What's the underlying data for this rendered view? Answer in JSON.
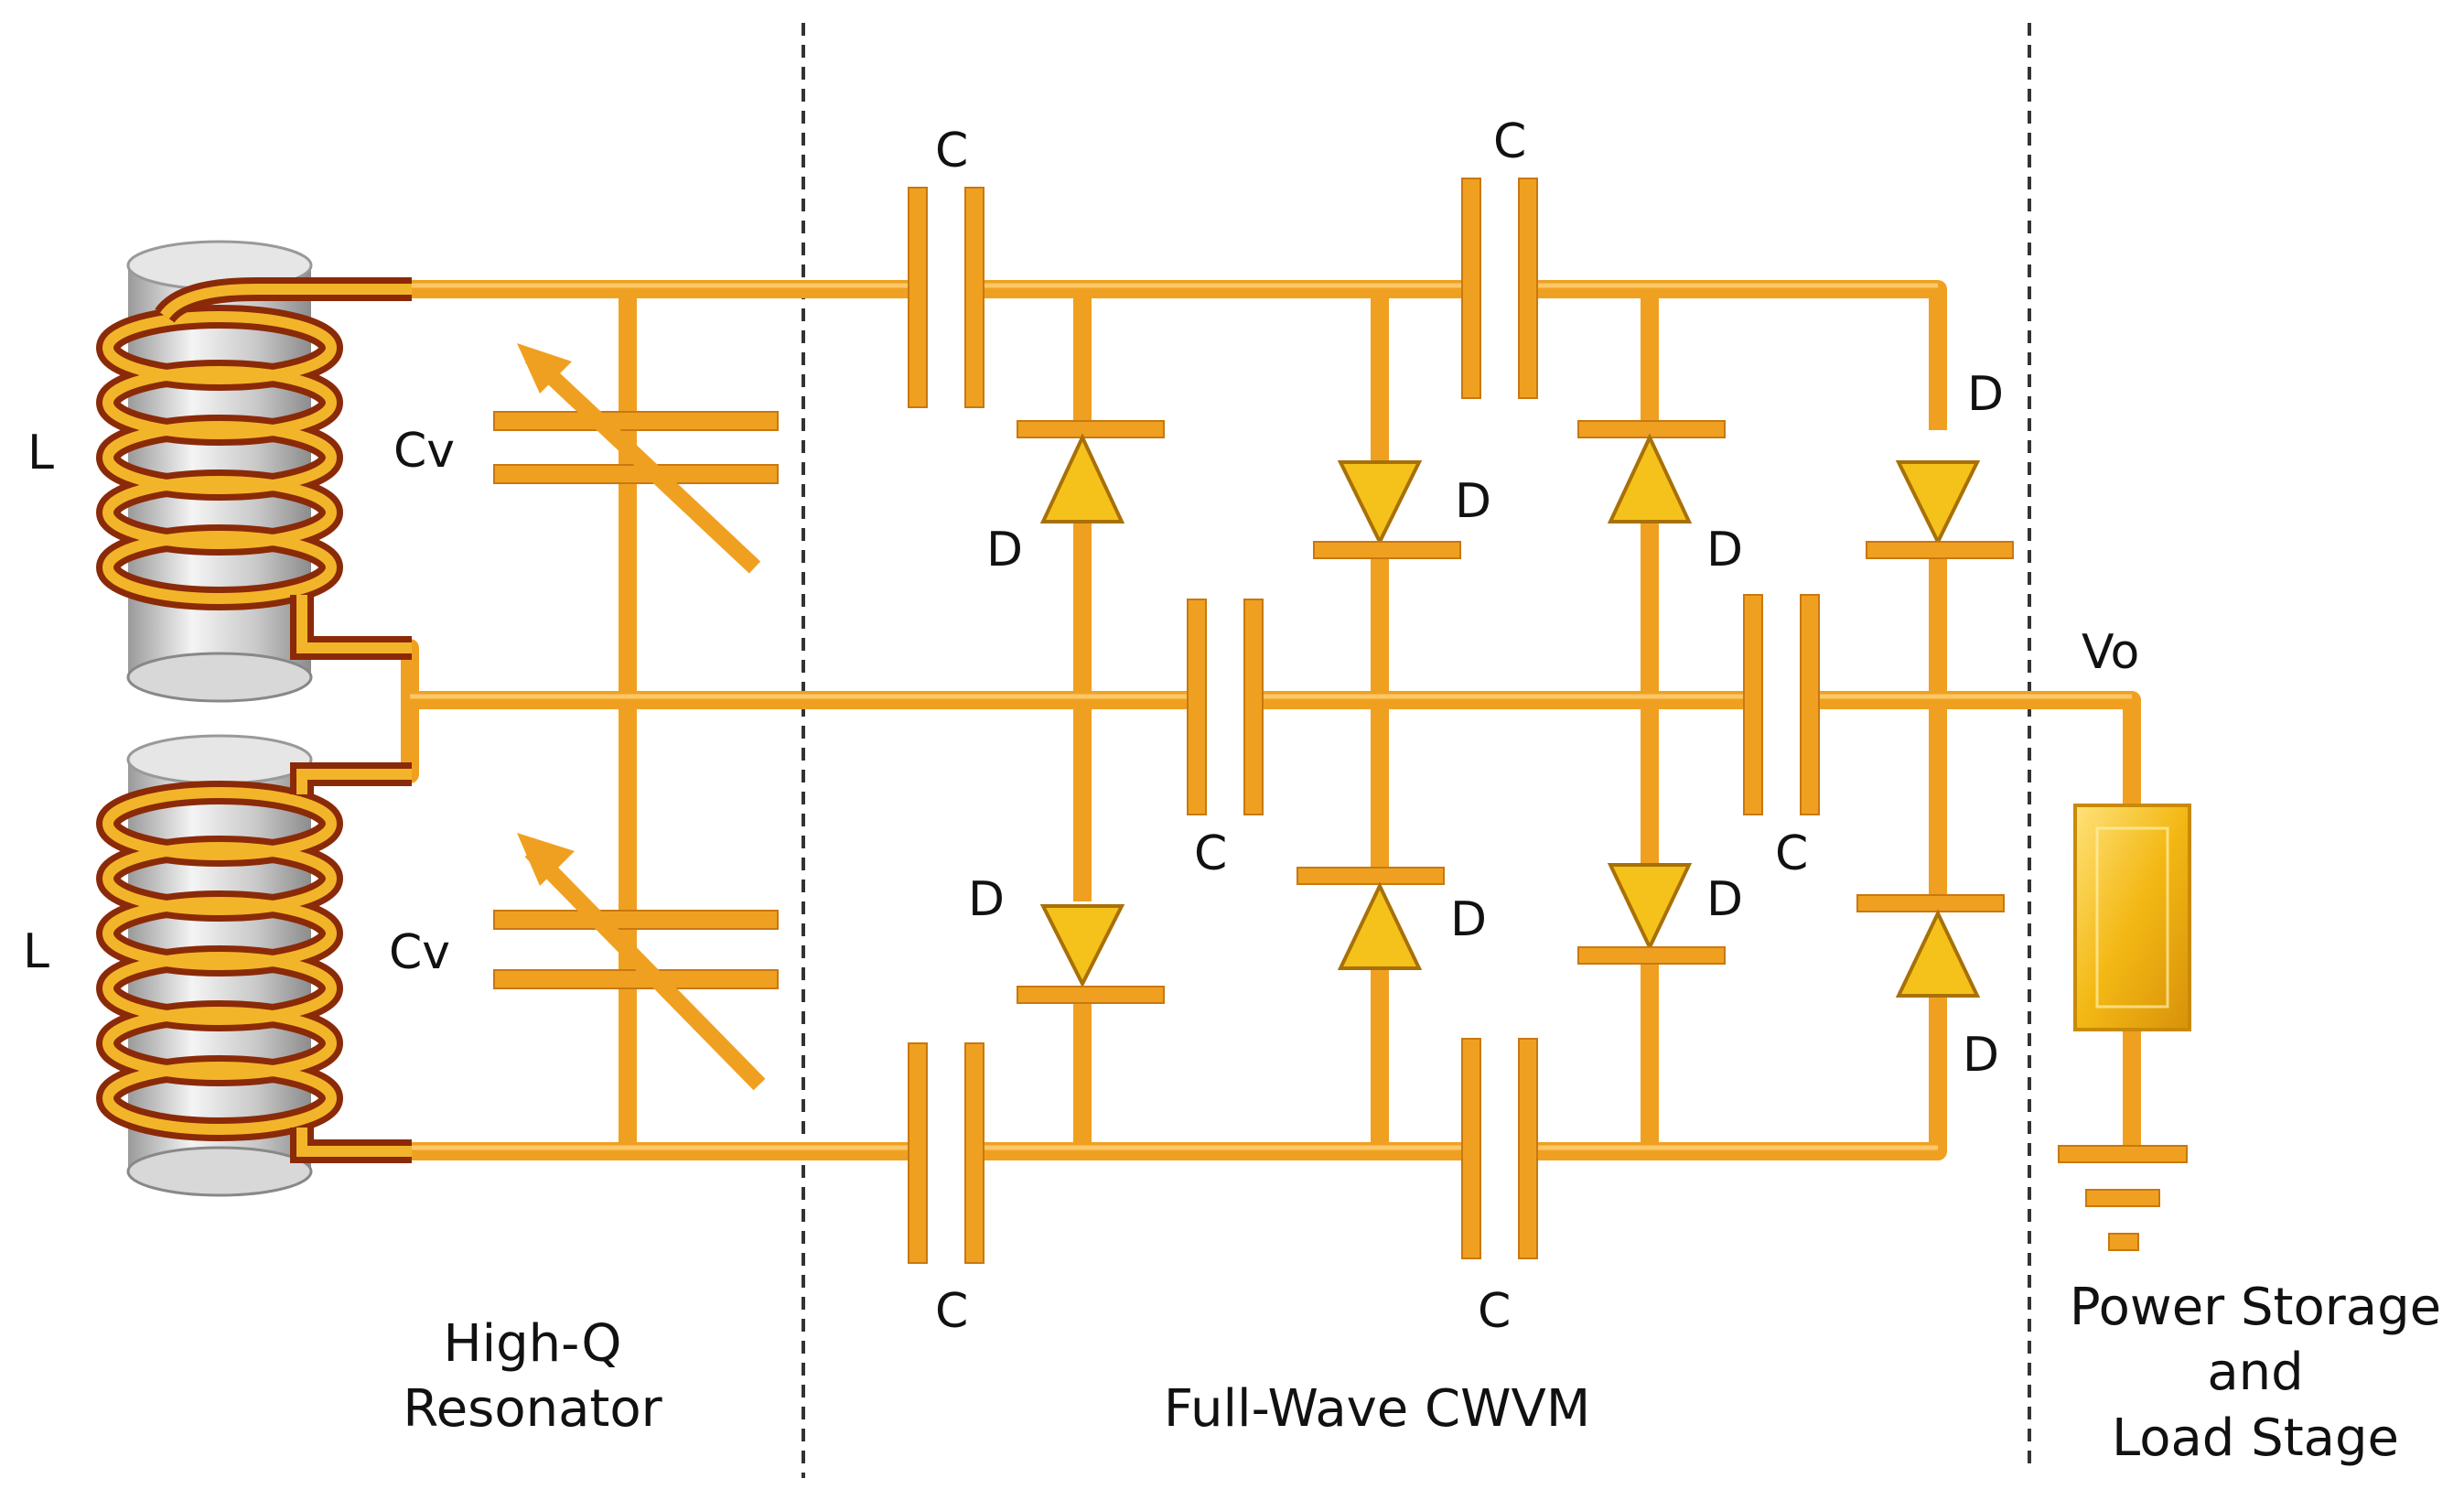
{
  "labels": {
    "inductor_top": "L",
    "inductor_bottom": "L",
    "cv_top": "Cv",
    "cv_bottom": "Cv",
    "c_top_1": "C",
    "c_top_2": "C",
    "c_mid_1": "C",
    "c_mid_2": "C",
    "c_bot_1": "C",
    "c_bot_2": "C",
    "d_top_1": "D",
    "d_top_2": "D",
    "d_top_3": "D",
    "d_top_4": "D",
    "d_bot_1": "D",
    "d_bot_2": "D",
    "d_bot_3": "D",
    "d_bot_4": "D",
    "vo": "Vo"
  },
  "stages": {
    "resonator_line1": "High-Q",
    "resonator_line2": "Resonator",
    "cwvm": "Full-Wave CWVM",
    "load_line1": "Power Storage",
    "load_line2": "and",
    "load_line3": "Load Stage"
  },
  "colors": {
    "wire": "#f0a020",
    "wire_edge": "#b86a0a",
    "coil": "#f2b52a",
    "coil_edge": "#8a2a08",
    "core": "#c8c8c8",
    "diode": "#f4c21a",
    "divider": "#333333"
  }
}
